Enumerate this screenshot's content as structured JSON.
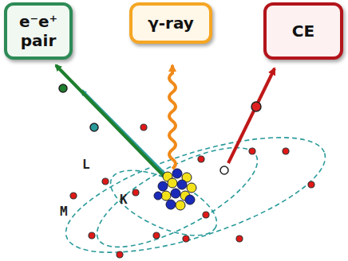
{
  "diagram": {
    "nodes": [
      {
        "text": [
          "e⁻e⁺ pair"
        ]
      },
      {
        "text": [
          "γ-ray"
        ]
      },
      {
        "text": [
          "CE"
        ]
      }
    ],
    "labels": [
      "L",
      "K",
      "M"
    ]
  }
}
